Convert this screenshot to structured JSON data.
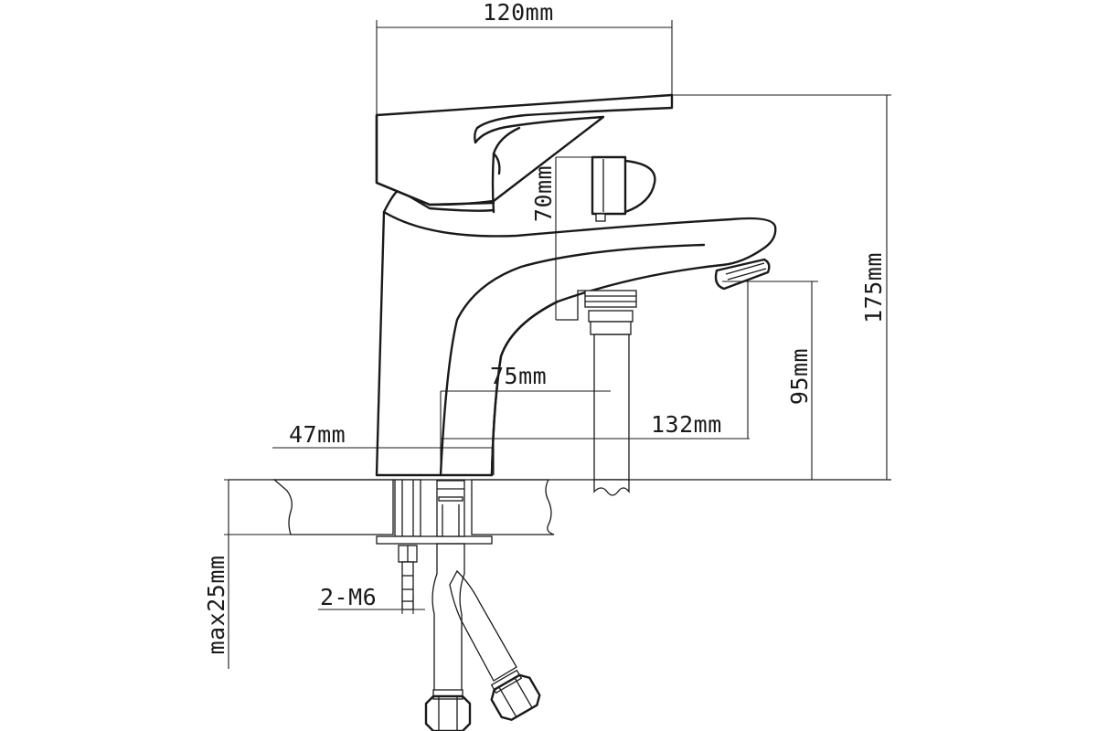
{
  "dimensions": {
    "width_top": "120mm",
    "total_height": "175mm",
    "handle_height": "70mm",
    "spout_height": "95mm",
    "spout_reach": "132mm",
    "hose_offset": "75mm",
    "base_width": "47mm",
    "stud_thread": "2-M6",
    "max_thickness": "max25mm"
  }
}
